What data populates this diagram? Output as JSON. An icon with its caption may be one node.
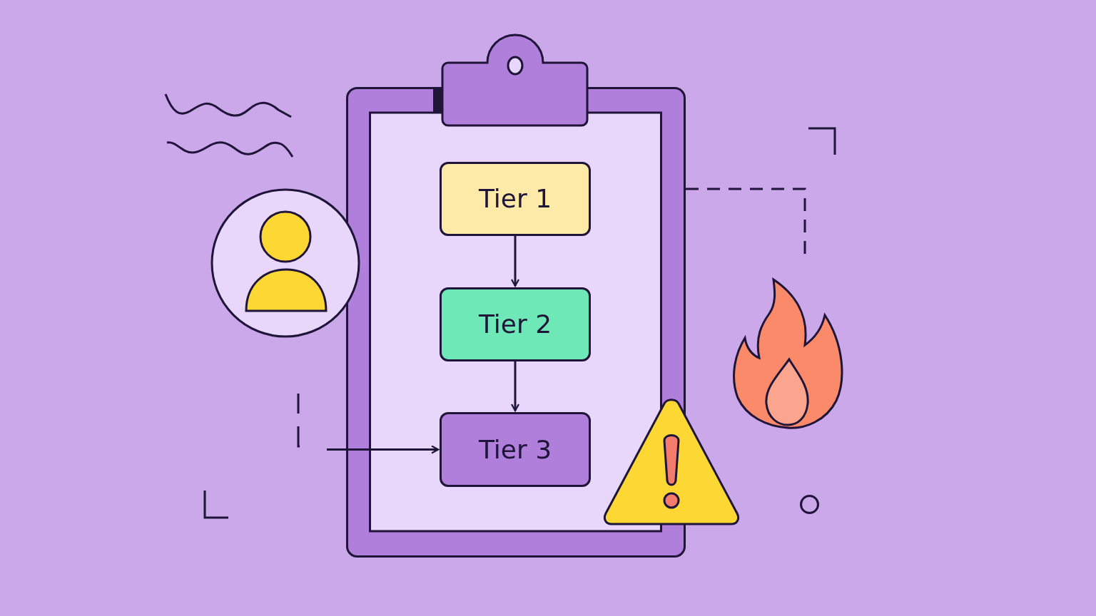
{
  "diagram": {
    "nodes": [
      {
        "text": [],
        "shape": "picture"
      },
      {
        "text": [
          "Tier 1"
        ],
        "in": 0
      },
      {
        "text": [
          "Tier 2"
        ],
        "in": 0
      },
      {
        "text": [
          "Tier 3"
        ],
        "in": 0
      },
      {
        "text": [],
        "shape": "picture"
      }
    ],
    "edges": [
      {
        "from": 1,
        "to": 2,
        "arrow": "to"
      },
      {
        "from": 2,
        "to": 3,
        "arrow": "to"
      },
      {
        "from": null,
        "to": 3,
        "arrow": "to"
      },
      {
        "from": 0,
        "to": 4,
        "arrow": "none",
        "style": "dashed"
      }
    ]
  }
}
